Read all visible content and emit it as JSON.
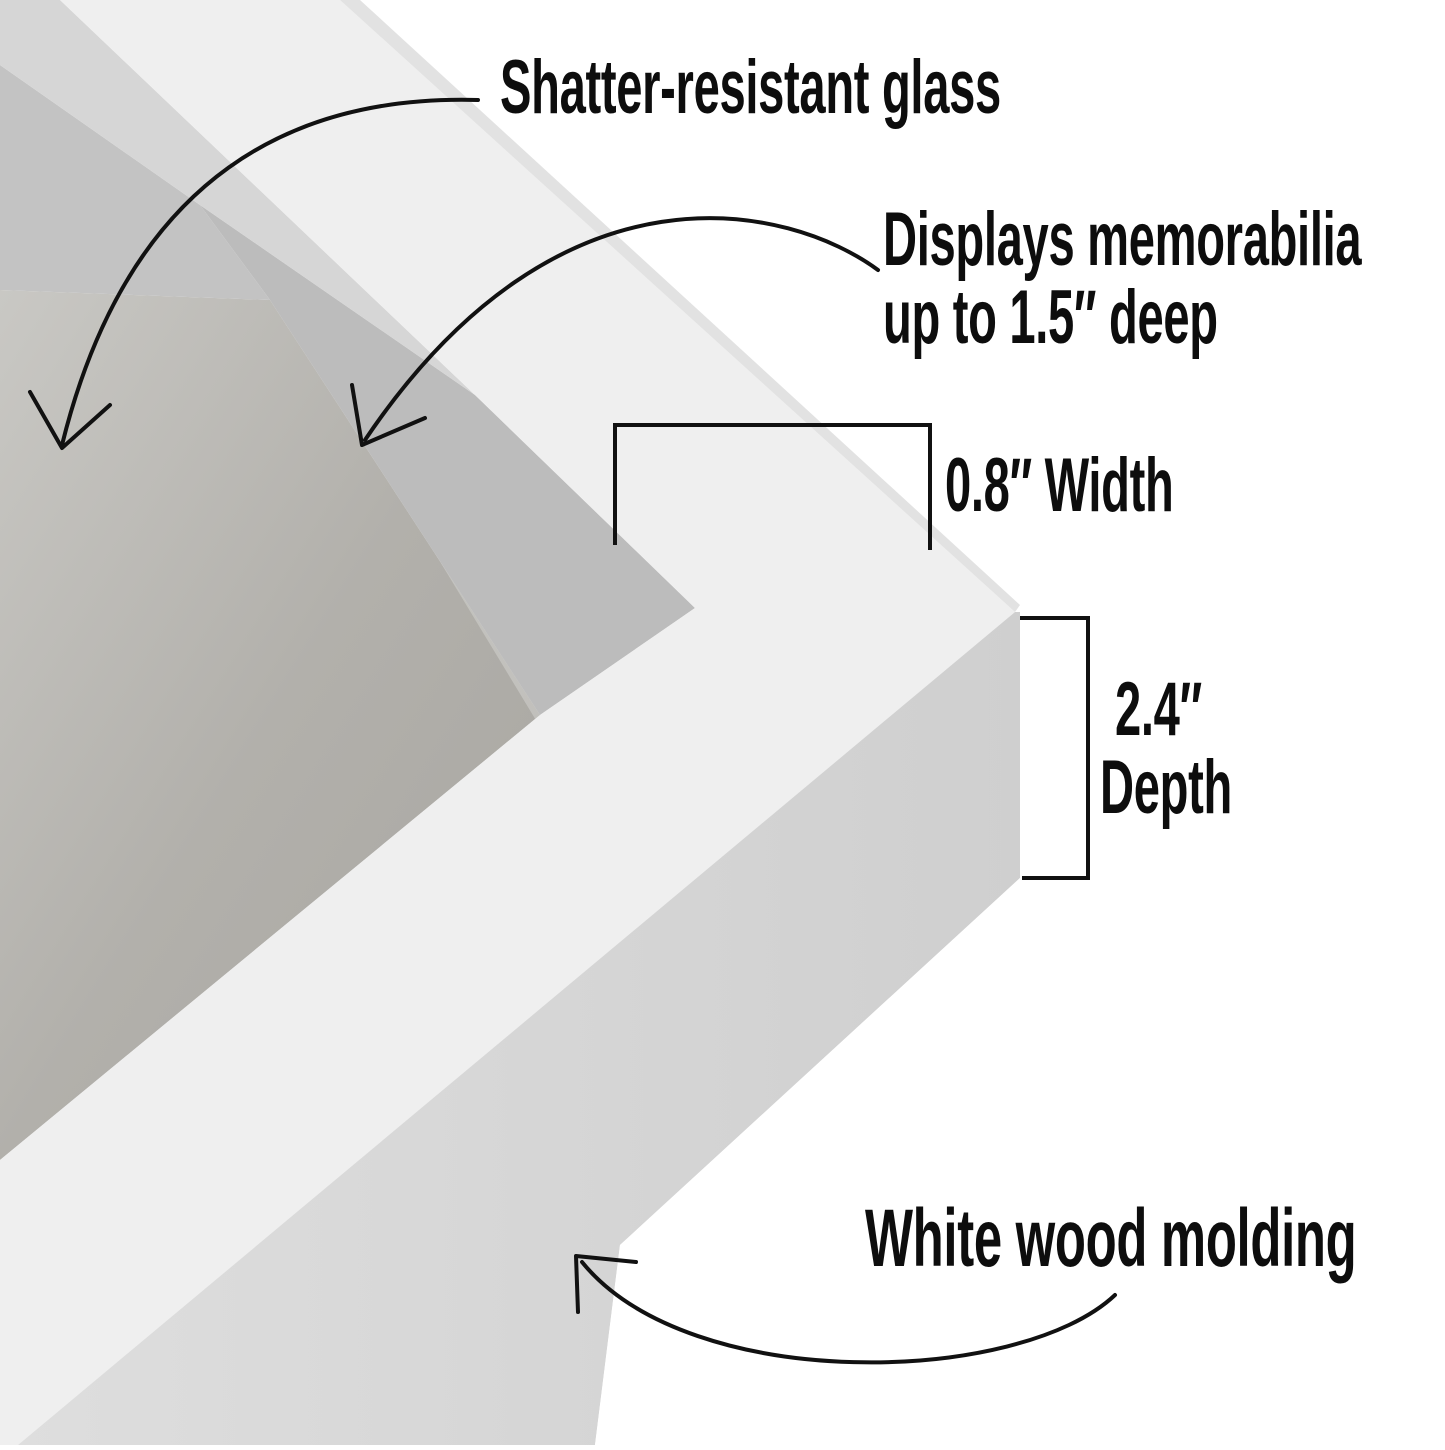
{
  "annotations": {
    "glass": "Shatter-resistant glass",
    "depth_line1": "Displays memorabilia",
    "depth_line2": "up to 1.5″ deep",
    "width": "0.8″ Width",
    "depth_value": "2.4″",
    "depth_word": "Depth",
    "molding": "White wood molding"
  },
  "colors": {
    "background": "#ffffff",
    "backing": "#b4b2ad",
    "inner_wall_top": "#c8c8c8",
    "inner_wall_left": "#bdbdbd",
    "frame_face": "#efefef",
    "frame_side": "#d4d4d4",
    "ink": "#0d0d0d"
  }
}
